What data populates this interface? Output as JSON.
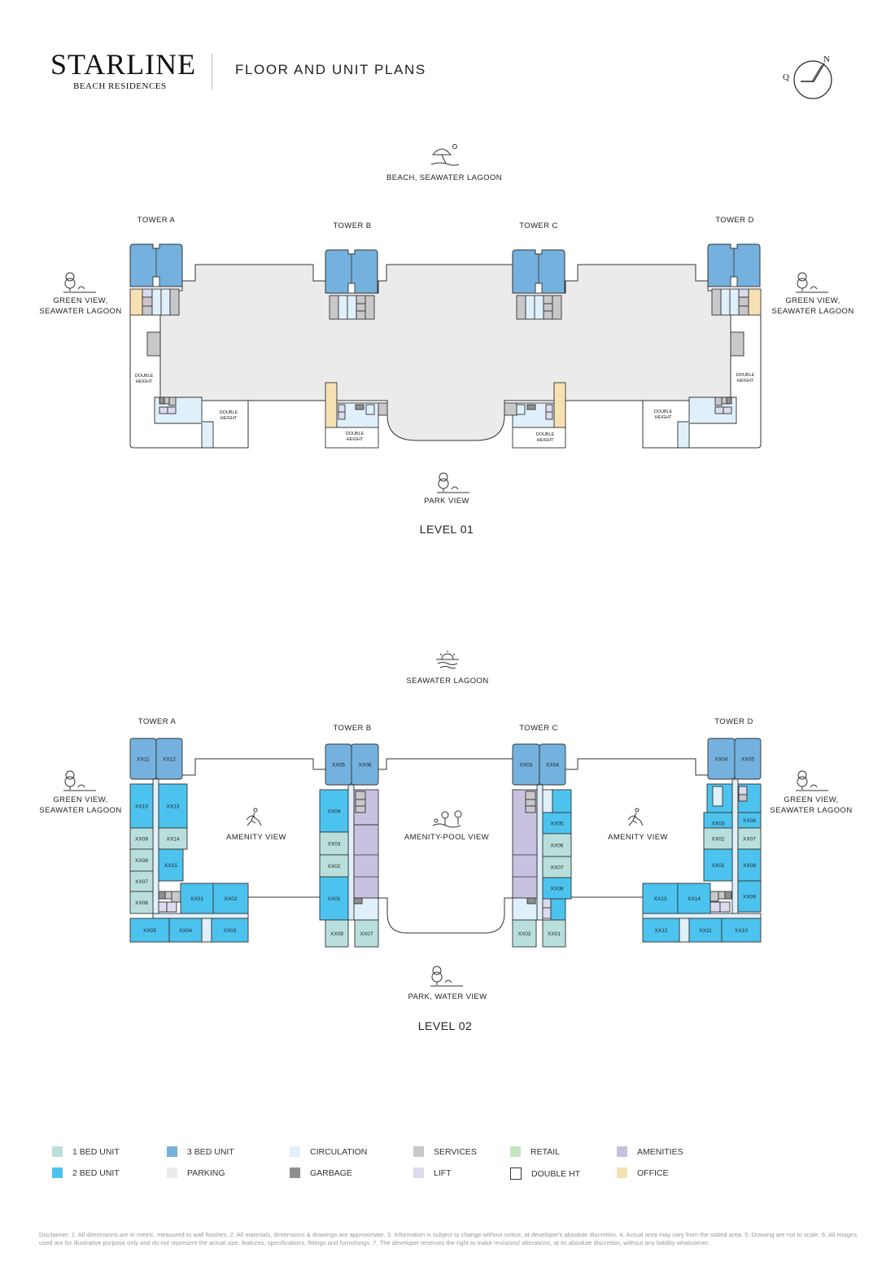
{
  "header": {
    "brand": "STARLINE",
    "brand_sub": "BEACH RESIDENCES",
    "title": "FLOOR AND UNIT PLANS",
    "compass_n": "N",
    "compass_q": "Q"
  },
  "colors": {
    "bed1": "#b9dfdc",
    "bed2": "#4cc3ee",
    "bed3": "#74b1de",
    "circulation": "#dff0fa",
    "services": "#c9c7c9",
    "retail": "#c6e4c1",
    "amenities": "#c8c1e0",
    "parking": "#ecebec",
    "garbage": "#8f8e90",
    "lift": "#dcdaee",
    "office": "#f6e1b3",
    "outline": "#333333"
  },
  "level1": {
    "title": "LEVEL 01",
    "top_view": "BEACH, SEAWATER LAGOON",
    "bottom_view": "PARK VIEW",
    "left_view": [
      "GREEN VIEW,",
      "SEAWATER LAGOON"
    ],
    "right_view": [
      "GREEN VIEW,",
      "SEAWATER LAGOON"
    ],
    "towers": [
      "TOWER A",
      "TOWER B",
      "TOWER C",
      "TOWER D"
    ],
    "double_height": [
      "DOUBLE",
      "HEIGHT"
    ]
  },
  "level2": {
    "title": "LEVEL 02",
    "top_view": "SEAWATER LAGOON",
    "bottom_view": "PARK, WATER VIEW",
    "left_view": [
      "GREEN VIEW,",
      "SEAWATER LAGOON"
    ],
    "right_view": [
      "GREEN VIEW,",
      "SEAWATER LAGOON"
    ],
    "towers": [
      "TOWER A",
      "TOWER B",
      "TOWER C",
      "TOWER D"
    ],
    "courtyards": [
      "AMENITY VIEW",
      "AMENITY-POOL VIEW",
      "AMENITY VIEW"
    ],
    "units": {
      "tower_a": [
        "XX11",
        "XX12",
        "XX10",
        "XX09",
        "XX08",
        "XX07",
        "XX06",
        "XX13",
        "XX14",
        "XX15",
        "XX01",
        "XX02",
        "XX05",
        "XX04",
        "XX03"
      ],
      "tower_b": [
        "XX05",
        "XX06",
        "XX04",
        "XX03",
        "XX02",
        "XX01",
        "XX08",
        "XX07"
      ],
      "tower_c": [
        "XX03",
        "XX04",
        "XX05",
        "XX06",
        "XX07",
        "XX08",
        "XX02",
        "XX01"
      ],
      "tower_d": [
        "XX04",
        "XX05",
        "XX03",
        "XX02",
        "XX01",
        "XX06",
        "XX07",
        "XX08",
        "XX09",
        "XX13",
        "XX14",
        "XX12",
        "XX11",
        "XX10"
      ]
    }
  },
  "legend": [
    {
      "label": "1 BED UNIT",
      "color": "#b9dfdc"
    },
    {
      "label": "2 BED UNIT",
      "color": "#4cc3ee"
    },
    {
      "label": "3 BED UNIT",
      "color": "#74b1de"
    },
    {
      "label": "PARKING",
      "color": "#ecebec"
    },
    {
      "label": "CIRCULATION",
      "color": "#dff0fa"
    },
    {
      "label": "GARBAGE",
      "color": "#8f8e90"
    },
    {
      "label": "SERVICES",
      "color": "#c9c7c9"
    },
    {
      "label": "LIFT",
      "color": "#dcdaee"
    },
    {
      "label": "RETAIL",
      "color": "#c6e4c1"
    },
    {
      "label": "DOUBLE HT",
      "color": "#ffffff"
    },
    {
      "label": "AMENITIES",
      "color": "#c8c1e0"
    },
    {
      "label": "OFFICE",
      "color": "#f6e1b3"
    }
  ],
  "disclaimer": "Disclaimer: 1. All dimensions are in metric, measured to wall finishes. 2. All materials, dimensions & drawings are approximate. 3. Information is subject to change without notice, at developer's absolute discretion. 4. Actual area may vary from the stated area. 5. Drawing are not to scale. 6. All images used are for illustrative purpose only and do not represent the actual size, features, specifications, fittings and furnishings. 7. The developer reserves the right to make revisions/ alterations, at its absolute discretion, without any liability whatsoever."
}
